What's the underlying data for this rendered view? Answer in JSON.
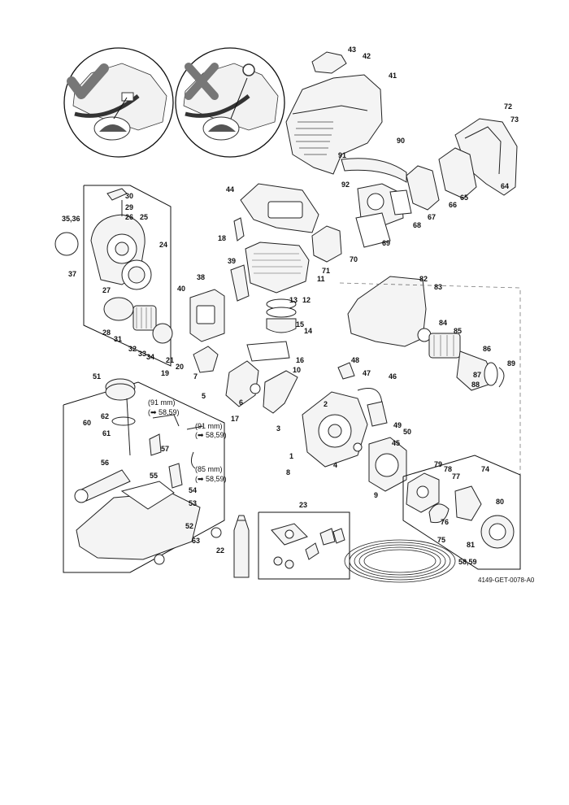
{
  "diagram": {
    "document_code": "4149-GET-0078-A0",
    "part_labels": [
      "1",
      "2",
      "3",
      "4",
      "5",
      "6",
      "7",
      "8",
      "9",
      "10",
      "11",
      "12",
      "13",
      "14",
      "15",
      "16",
      "17",
      "18",
      "19",
      "20",
      "21",
      "22",
      "23",
      "24",
      "25",
      "26",
      "27",
      "28",
      "29",
      "30",
      "31",
      "32",
      "33",
      "34",
      "35,36",
      "37",
      "38",
      "39",
      "40",
      "41",
      "42",
      "43",
      "44",
      "45",
      "46",
      "47",
      "48",
      "49",
      "50",
      "51",
      "52",
      "53",
      "54",
      "55",
      "56",
      "57",
      "58,59",
      "60",
      "61",
      "62",
      "63",
      "64",
      "65",
      "66",
      "67",
      "68",
      "69",
      "70",
      "71",
      "72",
      "73",
      "74",
      "75",
      "76",
      "77",
      "78",
      "79",
      "80",
      "81",
      "82",
      "83",
      "84",
      "85",
      "86",
      "87",
      "88",
      "89",
      "90",
      "91",
      "92"
    ],
    "hose_notes": [
      {
        "length": "(91 mm)",
        "ref": "(➡ 58,59)"
      },
      {
        "length": "(91 mm)",
        "ref": "(➡ 58,59)"
      },
      {
        "length": "(85 mm)",
        "ref": "(➡ 58,59)"
      }
    ],
    "callouts": {
      "correct": "check-mark",
      "incorrect": "x-mark"
    }
  }
}
